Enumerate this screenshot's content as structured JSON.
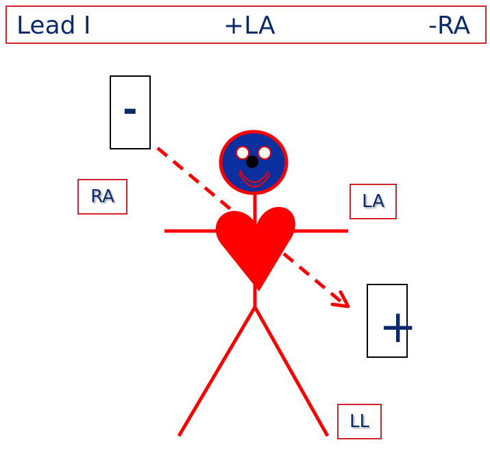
{
  "header": {
    "lead": "Lead I",
    "positive": "+LA",
    "negative": "-RA"
  },
  "limb_labels": {
    "right_arm": "RA",
    "left_arm": "LA",
    "left_leg": "LL"
  },
  "polarity": {
    "negative": "-",
    "positive": "+"
  },
  "colors": {
    "red": "#ff0000",
    "border_red": "#d2232a",
    "navy": "#0b2a6b",
    "face_blue": "#0a2f9e"
  }
}
